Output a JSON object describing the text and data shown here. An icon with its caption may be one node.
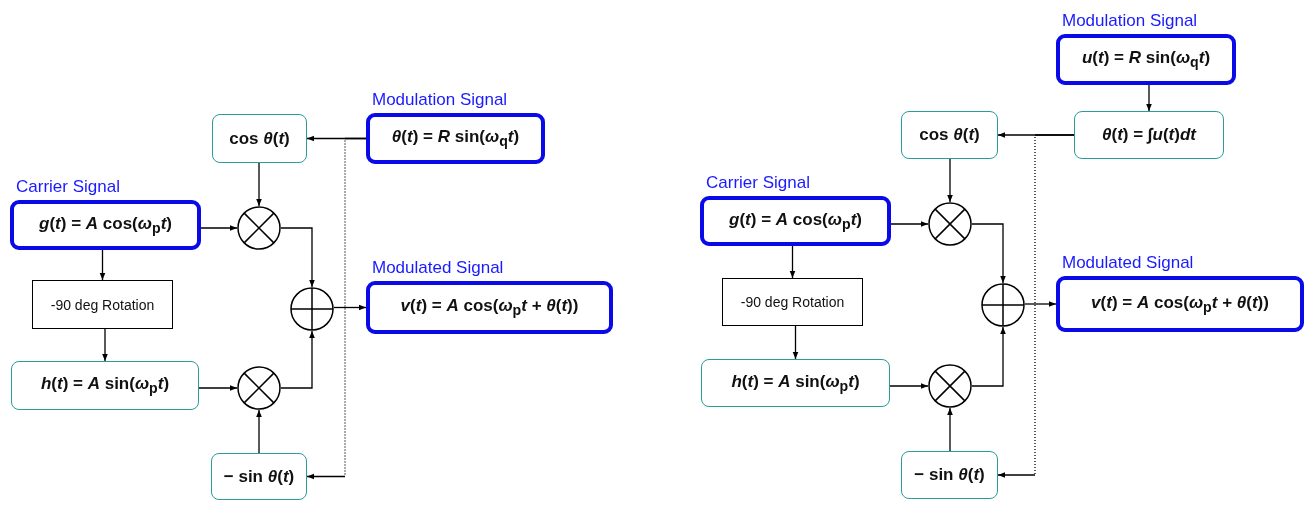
{
  "diagram": {
    "nodes": [
      {
        "text": [
          "cos *θ*(*t*)"
        ]
      },
      {
        "text": [
          "Modulation Signal",
          "*θ*(*t*) = *R* sin(*ω*$_{q}$*t*)"
        ]
      },
      {
        "text": [
          "Carrier Signal",
          "*g*(*t*) = *A* cos(*ω*$_{p}$*t*)"
        ]
      },
      {
        "text": [],
        "shape": "circle"
      },
      {
        "text": [
          "-90 deg Rotation"
        ]
      },
      {
        "text": [],
        "shape": "circle"
      },
      {
        "text": [
          "Modulated Signal",
          "*v*(*t*) = *A* cos(*ω*$_{p}$*t* + *θ*(*t*))"
        ]
      },
      {
        "text": [
          "*h*(*t*) = *A* sin(*ω*$_{p}$*t*)"
        ]
      },
      {
        "text": [],
        "shape": "circle"
      },
      {
        "text": [
          "− sin *θ*(*t*)"
        ]
      },
      {
        "text": [
          "Modulation Signal",
          "*u*(*t*) = *R* sin(*ω*$_{q}$*t*)"
        ]
      },
      {
        "text": [
          "cos *θ*(*t*)"
        ]
      },
      {
        "text": [
          "*θ*(*t*) = ∫*u*(*t*)*dt*"
        ]
      },
      {
        "text": [
          "Carrier Signal",
          "*g*(*t*) = *A* cos(*ω*$_{p}$*t*)"
        ]
      },
      {
        "text": [],
        "shape": "circle"
      },
      {
        "text": [
          "-90 deg Rotation"
        ]
      },
      {
        "text": [],
        "shape": "circle"
      },
      {
        "text": [
          "Modulated Signal",
          "*v*(*t*) = *A* cos(*ω*$_{p}$*t* + *θ*(*t*))"
        ]
      },
      {
        "text": [
          "*h*(*t*) = *A* sin(*ω*$_{p}$*t*)"
        ]
      },
      {
        "text": [],
        "shape": "circle"
      },
      {
        "text": [
          "− sin *θ*(*t*)"
        ]
      }
    ],
    "edges": [
      {
        "from": 1,
        "to": 0,
        "arrow": "to"
      },
      {
        "from": 1,
        "to": 9,
        "arrow": "to",
        "style": "dashed"
      },
      {
        "from": 0,
        "to": 3,
        "arrow": "to"
      },
      {
        "from": 2,
        "to": 3,
        "arrow": "to"
      },
      {
        "from": 2,
        "to": 4,
        "arrow": "to"
      },
      {
        "from": 4,
        "to": 7,
        "arrow": "to"
      },
      {
        "from": 3,
        "to": 5,
        "arrow": "to"
      },
      {
        "from": 7,
        "to": 8,
        "arrow": "to"
      },
      {
        "from": 9,
        "to": 8,
        "arrow": "to"
      },
      {
        "from": 8,
        "to": 5,
        "arrow": "to"
      },
      {
        "from": 5,
        "to": 6,
        "arrow": "to"
      },
      {
        "from": 10,
        "to": 12,
        "arrow": "to"
      },
      {
        "from": 12,
        "to": 11,
        "arrow": "to"
      },
      {
        "from": 12,
        "to": 20,
        "arrow": "to",
        "style": "dashed"
      },
      {
        "from": 11,
        "to": 14,
        "arrow": "to"
      },
      {
        "from": 13,
        "to": 14,
        "arrow": "to"
      },
      {
        "from": 13,
        "to": 15,
        "arrow": "to"
      },
      {
        "from": 15,
        "to": 18,
        "arrow": "to"
      },
      {
        "from": 14,
        "to": 16,
        "arrow": "to"
      },
      {
        "from": 18,
        "to": 19,
        "arrow": "to"
      },
      {
        "from": 20,
        "to": 19,
        "arrow": "to"
      },
      {
        "from": 19,
        "to": 16,
        "arrow": "to"
      },
      {
        "from": 16,
        "to": 17,
        "arrow": "to"
      }
    ]
  }
}
